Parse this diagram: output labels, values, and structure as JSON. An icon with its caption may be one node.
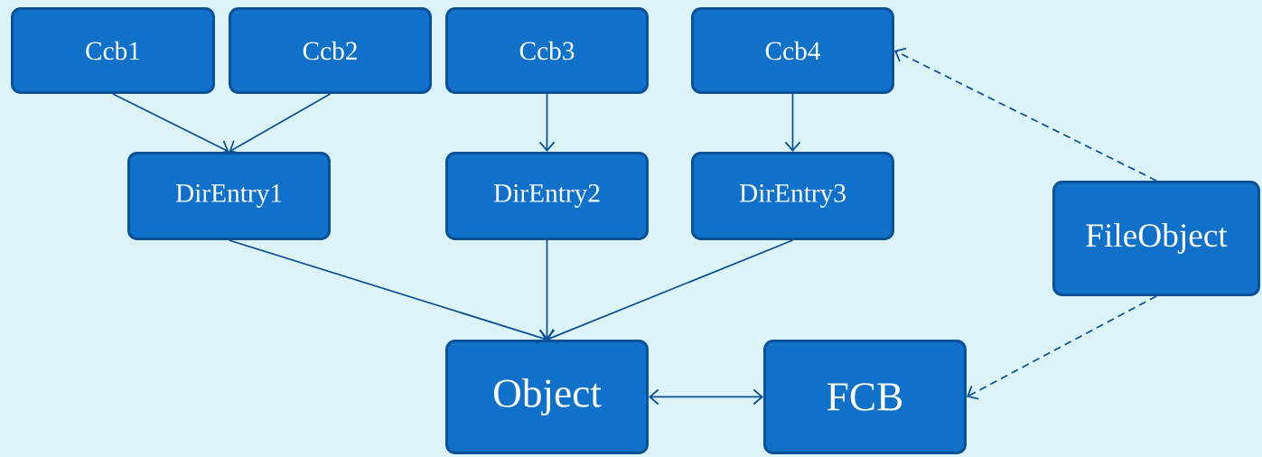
{
  "diagram": {
    "nodes": [
      {
        "text": [
          "Ccb1"
        ]
      },
      {
        "text": [
          "Ccb2"
        ]
      },
      {
        "text": [
          "Ccb3"
        ]
      },
      {
        "text": [
          "Ccb4"
        ]
      },
      {
        "text": [
          "DirEntry1"
        ]
      },
      {
        "text": [
          "DirEntry2"
        ]
      },
      {
        "text": [
          "DirEntry3"
        ]
      },
      {
        "text": [
          "FileObject"
        ]
      },
      {
        "text": [
          "Object"
        ]
      },
      {
        "text": [
          "FCB"
        ]
      }
    ],
    "edges": [
      {
        "from": 0,
        "to": 4,
        "arrow": "to"
      },
      {
        "from": 1,
        "to": 4,
        "arrow": "to"
      },
      {
        "from": 2,
        "to": 5,
        "arrow": "to"
      },
      {
        "from": 3,
        "to": 6,
        "arrow": "to"
      },
      {
        "from": 4,
        "to": 8,
        "arrow": "to"
      },
      {
        "from": 5,
        "to": 8,
        "arrow": "to"
      },
      {
        "from": 6,
        "to": 8,
        "arrow": "to"
      },
      {
        "from": 8,
        "to": 9,
        "arrow": "both"
      },
      {
        "from": 7,
        "to": 3,
        "arrow": "to",
        "style": "dashed"
      },
      {
        "from": 7,
        "to": 9,
        "arrow": "to",
        "style": "dashed"
      }
    ]
  }
}
